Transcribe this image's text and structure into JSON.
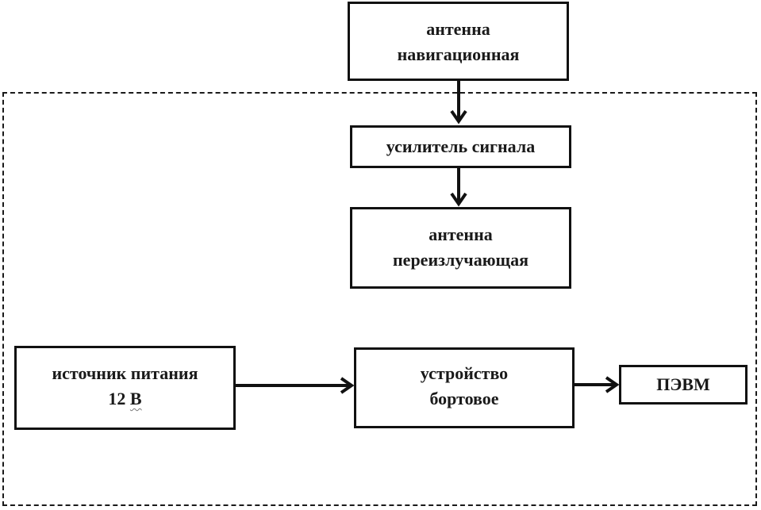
{
  "blocks": {
    "navigation_antenna": {
      "line1": "антенна",
      "line2": "навигационная"
    },
    "signal_amplifier": {
      "line1": "усилитель сигнала"
    },
    "reradiating_antenna": {
      "line1": "антенна",
      "line2": "переизлучающая"
    },
    "power_source": {
      "line1": "источник питания",
      "line2_value": "12",
      "line2_unit": "В"
    },
    "onboard_device": {
      "line1": "устройство",
      "line2": "бортовое"
    },
    "pc": {
      "line1": "ПЭВМ"
    }
  },
  "colors": {
    "stroke": "#111111",
    "frame": "#1a1a1a",
    "background": "#ffffff"
  }
}
